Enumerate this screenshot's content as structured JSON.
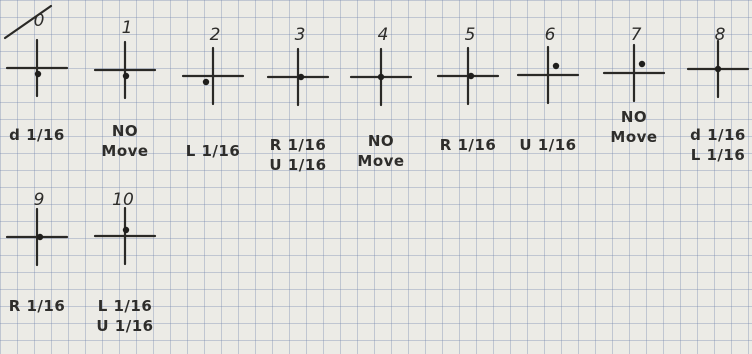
{
  "cells": [
    {
      "number": "0",
      "dot": "below-center",
      "note": [
        "d 1/16"
      ]
    },
    {
      "number": "1",
      "dot": "below-center",
      "note": [
        "NO",
        "Move"
      ]
    },
    {
      "number": "2",
      "dot": "below-left",
      "note": [
        "L 1/16"
      ]
    },
    {
      "number": "3",
      "dot": "center-right",
      "note": [
        "R 1/16",
        "U 1/16"
      ]
    },
    {
      "number": "4",
      "dot": "center",
      "note": [
        "NO",
        "Move"
      ]
    },
    {
      "number": "5",
      "dot": "center-right",
      "note": [
        "R 1/16"
      ]
    },
    {
      "number": "6",
      "dot": "above-right",
      "note": [
        "U 1/16"
      ]
    },
    {
      "number": "7",
      "dot": "above-right",
      "note": [
        "NO",
        "Move"
      ]
    },
    {
      "number": "8",
      "dot": "center",
      "note": [
        "d 1/16",
        "L 1/16"
      ]
    },
    {
      "number": "9",
      "dot": "center-right",
      "note": [
        "R 1/16"
      ]
    },
    {
      "number": "10",
      "dot": "above-center",
      "note": [
        "L 1/16",
        "U 1/16"
      ]
    }
  ]
}
